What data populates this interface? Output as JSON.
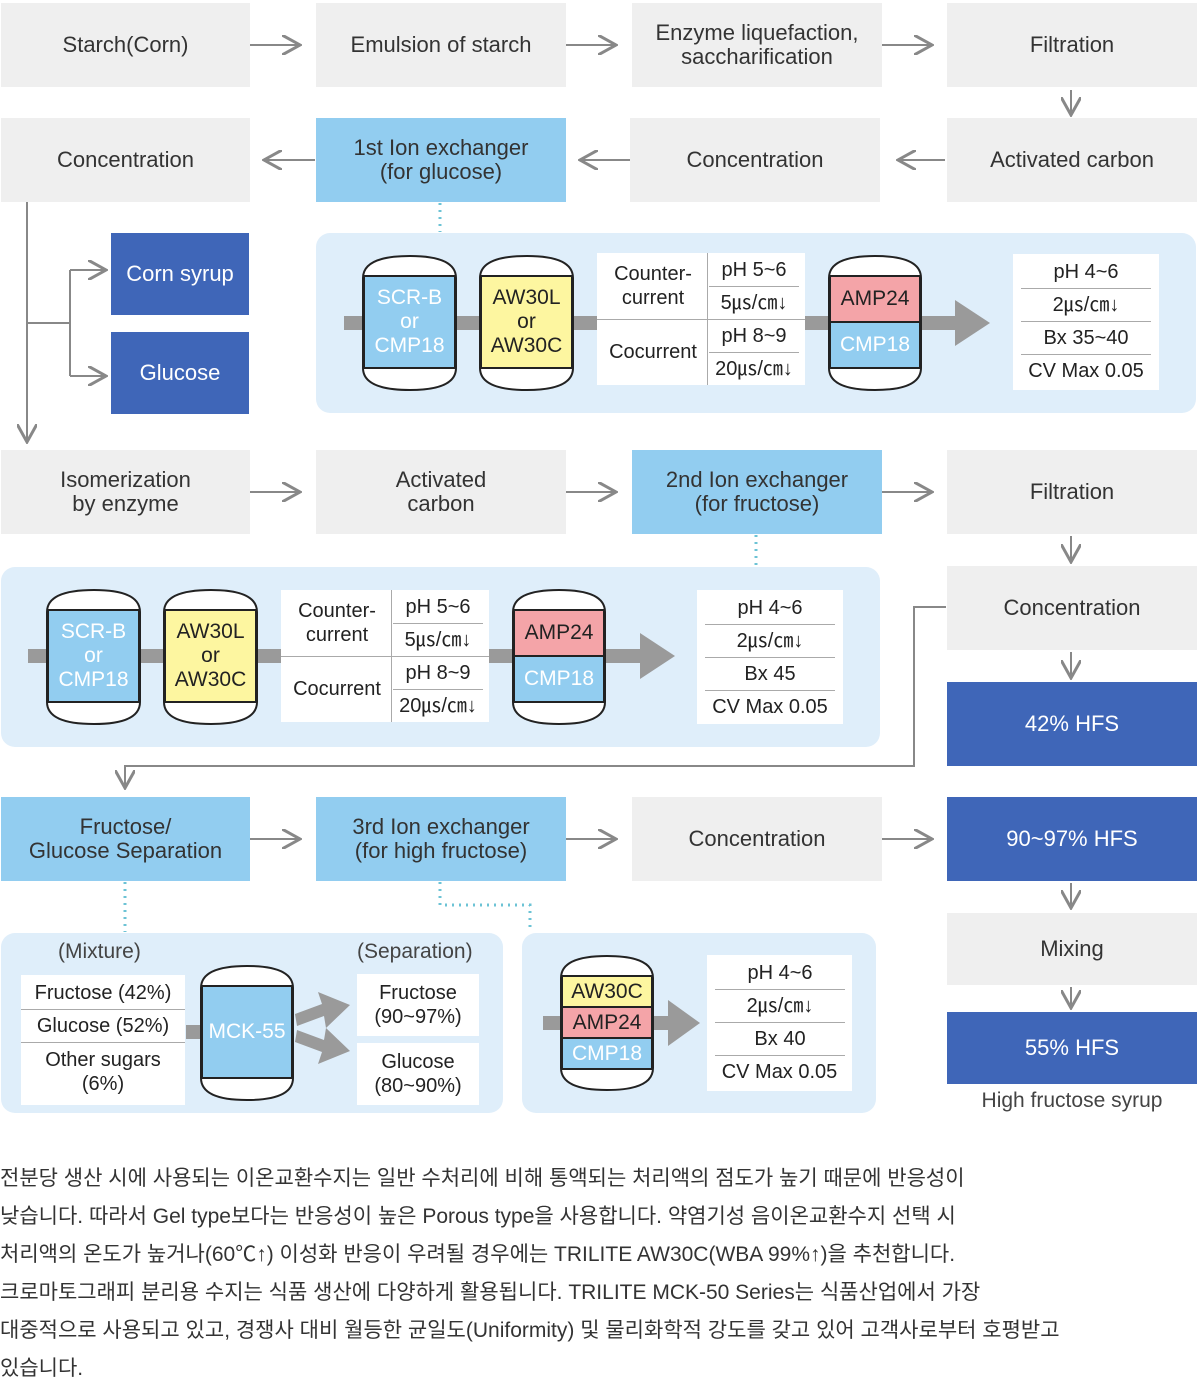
{
  "row1": [
    "Starch(Corn)",
    "Emulsion of starch",
    "Enzyme liquefaction,\nsaccharification",
    "Filtration"
  ],
  "row2": [
    "Concentration",
    "1st Ion exchanger\n(for glucose)",
    "Concentration",
    "Activated carbon"
  ],
  "outputs1": [
    "Corn syrup",
    "Glucose"
  ],
  "panel1": {
    "tank1": "SCR-B\nor\nCMP18",
    "tank2": "AW30L\nor\nAW30C",
    "countercurrent": "Counter-\ncurrent",
    "cocurrent": "Cocurrent",
    "cc_ph": "pH 5~6",
    "cc_cond": "5㎲/㎝↓",
    "co_ph": "pH 8~9",
    "co_cond": "20㎲/㎝↓",
    "tank3_top": "AMP24",
    "tank3_bottom": "CMP18",
    "result": [
      "pH 4~6",
      "2㎲/㎝↓",
      "Bx 35~40",
      "CV Max 0.05"
    ]
  },
  "row3": [
    "Isomerization\nby enzyme",
    "Activated\ncarbon",
    "2nd Ion exchanger\n(for fructose)",
    "Filtration"
  ],
  "panel2": {
    "tank1": "SCR-B\nor\nCMP18",
    "tank2": "AW30L\nor\nAW30C",
    "countercurrent": "Counter-\ncurrent",
    "cocurrent": "Cocurrent",
    "cc_ph": "pH 5~6",
    "cc_cond": "5㎲/㎝↓",
    "co_ph": "pH 8~9",
    "co_cond": "20㎲/㎝↓",
    "tank3_top": "AMP24",
    "tank3_bottom": "CMP18",
    "result": [
      "pH 4~6",
      "2㎲/㎝↓",
      "Bx 45",
      "CV Max 0.05"
    ]
  },
  "right_col": [
    "Concentration",
    "42% HFS"
  ],
  "row4": [
    "Fructose/\nGlucose Separation",
    "3rd Ion exchanger\n(for high fructose)",
    "Concentration",
    "90~97% HFS"
  ],
  "panel3": {
    "mixture_label": "(Mixture)",
    "separation_label": "(Separation)",
    "mixture": [
      "Fructose (42%)",
      "Glucose (52%)",
      "Other sugars\n(6%)"
    ],
    "column": "MCK-55",
    "separated": [
      "Fructose\n(90~97%)",
      "Glucose\n(80~90%)"
    ]
  },
  "panel4": {
    "tank": [
      "AW30C",
      "AMP24",
      "CMP18"
    ],
    "result": [
      "pH 4~6",
      "2㎲/㎝↓",
      "Bx 40",
      "CV Max 0.05"
    ]
  },
  "bottom_right": [
    "Mixing",
    "55% HFS"
  ],
  "caption": "High fructose syrup",
  "paragraphs": [
    [
      "전분당 생산 시에 사용되는 이온교환수지는 일반 수처리에 비해 통액되는 처리액의 점도가 높기 때문에 반응성이",
      "낮습니다. 따라서 Gel type보다는 반응성이 높은 Porous type을 사용합니다. 약염기성 음이온교환수지 선택 시",
      "처리액의 온도가 높거나(60℃↑) 이성화 반응이 우려될 경우에는 TRILITE AW30C(WBA 99%↑)을 추천합니다."
    ],
    [
      "크로마토그래피 분리용 수지는 식품 생산에 다양하게 활용됩니다. TRILITE MCK-50 Series는 식품산업에서 가장",
      "대중적으로 사용되고 있고, 경쟁사 대비 월등한 균일도(Uniformity) 및 물리화학적 강도를 갖고 있어 고객사로부터 호평받고",
      "있습니다."
    ]
  ],
  "colors": {
    "grey": "#efefef",
    "light_blue": "#92cdf0",
    "dark_blue": "#3f66b8",
    "panel": "#dfeefa",
    "pink": "#f4a4a8",
    "yellow": "#fdf6a0"
  }
}
